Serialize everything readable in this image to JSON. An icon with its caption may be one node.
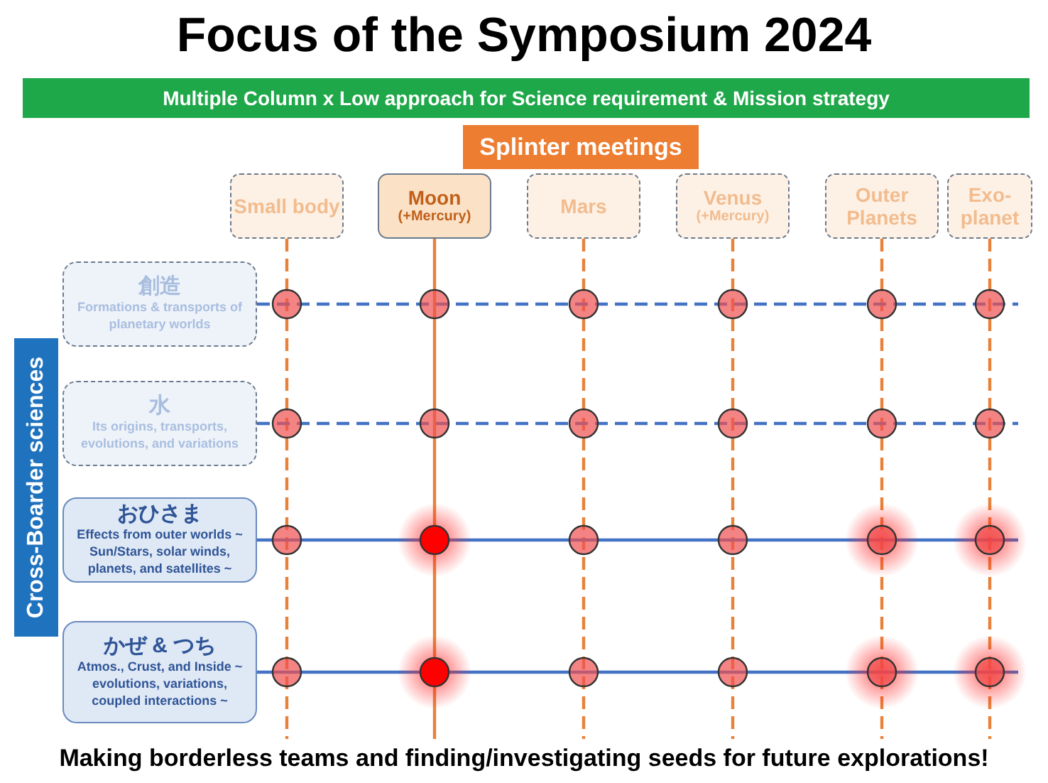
{
  "diagram": {
    "title": "Focus of the Symposium 2024",
    "caption": "Making borderless teams and finding/investigating seeds for future explorations!",
    "nodes": [
      {
        "text": [
          "Multiple Column x Low approach for Science requirement & Mission strategy"
        ]
      },
      {
        "text": [
          "Splinter meetings"
        ]
      },
      {
        "text": [
          "Small body"
        ]
      },
      {
        "text": [
          "Moon",
          "(+Mercury)"
        ]
      },
      {
        "text": [
          "Mars"
        ]
      },
      {
        "text": [
          "Venus",
          "(+Mercury)"
        ]
      },
      {
        "text": [
          "Outer Planets"
        ]
      },
      {
        "text": [
          "Exo-planet"
        ]
      },
      {
        "text": [
          "Cross-Boarder sciences"
        ]
      },
      {
        "text": [
          "創造",
          "Formations & transports of planetary worlds"
        ]
      },
      {
        "text": [
          "水",
          "Its origins, transports, evolutions, and variations"
        ]
      },
      {
        "text": [
          "おひさま",
          "Effects from outer worlds ~ Sun/Stars, solar winds, planets, and satellites ~"
        ]
      },
      {
        "text": [
          "かぜ & つち",
          "Atmos., Crust, and Inside ~ evolutions, variations, coupled interactions ~"
        ]
      }
    ],
    "edges": [
      {
        "from": 2,
        "to": null,
        "arrow": "none",
        "style": "dashed",
        "color": "#e8823a"
      },
      {
        "from": 3,
        "to": null,
        "arrow": "none",
        "color": "#e8823a"
      },
      {
        "from": 4,
        "to": null,
        "arrow": "none",
        "style": "dashed",
        "color": "#e8823a"
      },
      {
        "from": 5,
        "to": null,
        "arrow": "none",
        "style": "dashed",
        "color": "#e8823a"
      },
      {
        "from": 6,
        "to": null,
        "arrow": "none",
        "style": "dashed",
        "color": "#e8823a"
      },
      {
        "from": 7,
        "to": null,
        "arrow": "none",
        "style": "dashed",
        "color": "#e8823a"
      },
      {
        "from": 9,
        "to": null,
        "arrow": "none",
        "style": "dashed",
        "color": "#4472c4"
      },
      {
        "from": 10,
        "to": null,
        "arrow": "none",
        "style": "dashed",
        "color": "#4472c4"
      },
      {
        "from": 11,
        "to": null,
        "arrow": "none",
        "color": "#4472c4"
      },
      {
        "from": 12,
        "to": null,
        "arrow": "none",
        "color": "#4472c4"
      }
    ]
  }
}
